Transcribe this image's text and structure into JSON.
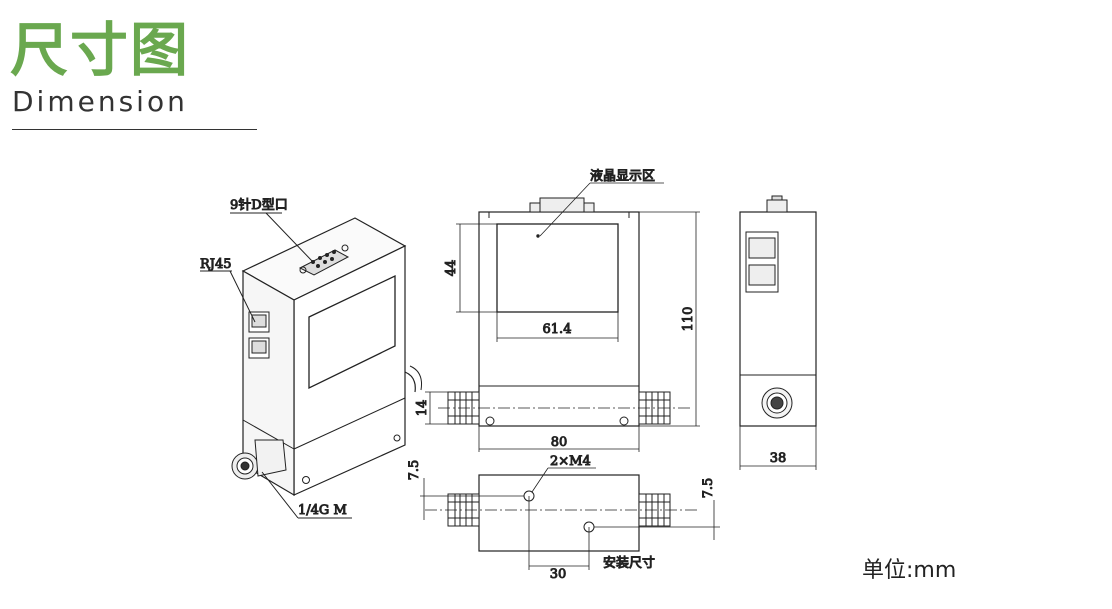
{
  "header": {
    "title_cn": "尺寸图",
    "title_en": "Dimension",
    "accent_color": "#6aa84f"
  },
  "labels": {
    "dsub": "9针D型口",
    "rj45": "RJ45",
    "fitting": "1/4G M",
    "lcd": "液晶显示区",
    "mount": "安装尺寸",
    "holes": "2×M4"
  },
  "dimensions": {
    "lcd_height": "44",
    "lcd_width": "61.4",
    "height": "110",
    "fitting_height": "14",
    "width": "80",
    "depth": "38",
    "hole_offset_left": "7.5",
    "hole_offset_right": "7.5",
    "hole_spacing": "30"
  },
  "unit": "单位:mm"
}
